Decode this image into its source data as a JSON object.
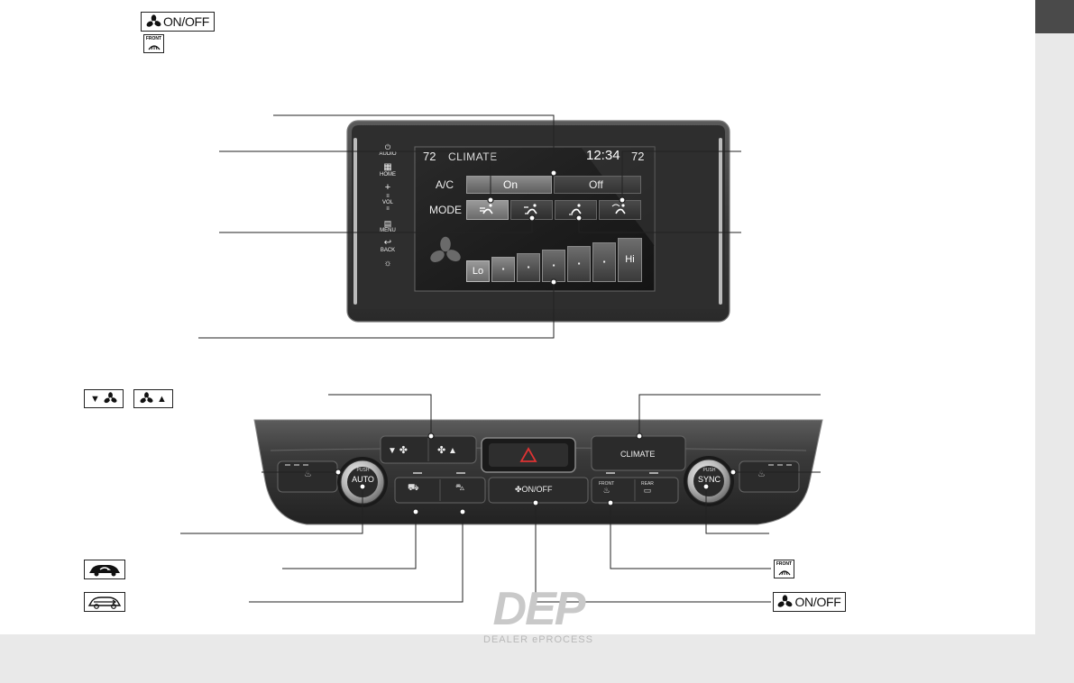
{
  "header": {
    "fan_onoff_key": "ON/OFF",
    "front_defrost_key": "FRONT"
  },
  "screen": {
    "temp_left": "72",
    "title": "CLIMATE",
    "clock": "12:34",
    "temp_right": "72",
    "ac_label": "A/C",
    "ac_on": "On",
    "ac_off": "Off",
    "mode_label": "MODE",
    "fan_low": "Lo",
    "fan_high": "Hi",
    "fan_step": "▪",
    "sidebar": {
      "audio": "AUDIO",
      "home": "HOME",
      "vol": "VOL",
      "menu": "MENU",
      "back": "BACK"
    }
  },
  "panel": {
    "fan_down": "▼",
    "fan_up": "▲",
    "climate": "CLIMATE",
    "auto_push": "PUSH",
    "auto": "AUTO",
    "sync_push": "PUSH",
    "sync": "SYNC",
    "onoff": "ON/OFF",
    "front": "FRONT",
    "rear": "REAR"
  },
  "legend_keys": {
    "fan_down": "▼",
    "fan_up": "▲",
    "front": "FRONT",
    "onoff": "ON/OFF"
  },
  "watermark": {
    "logo": "DEP",
    "tagline": "DEALER ePROCESS"
  }
}
